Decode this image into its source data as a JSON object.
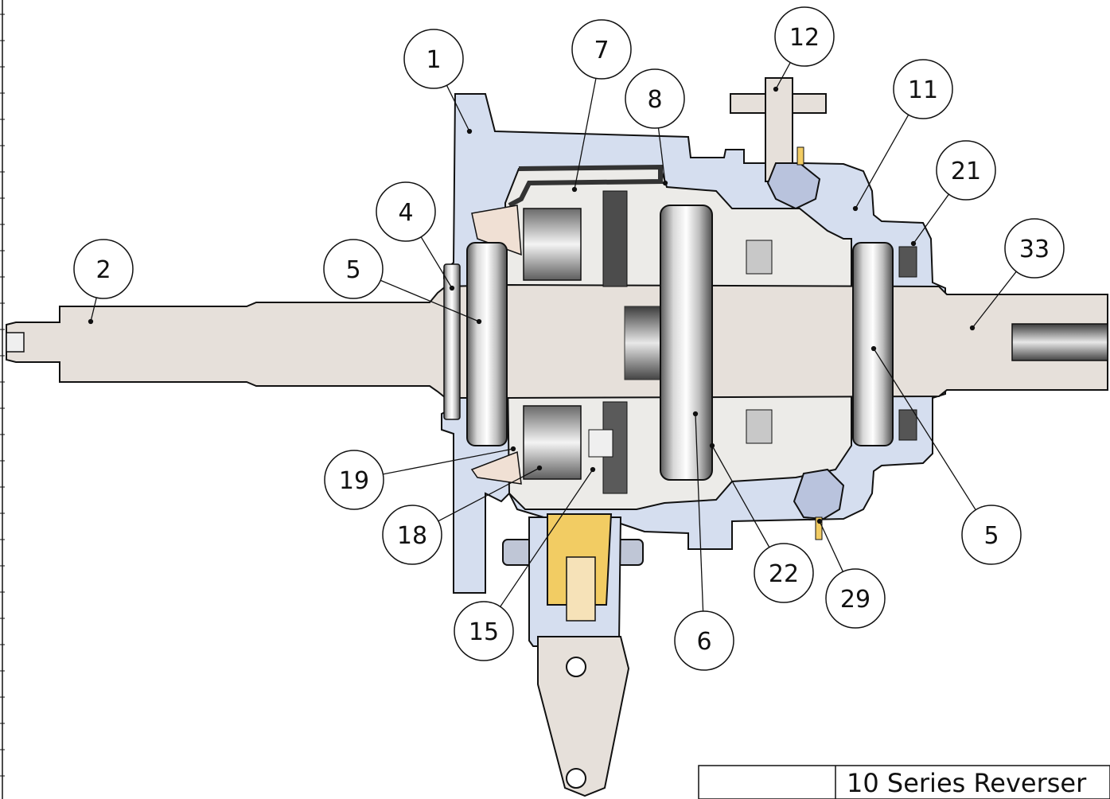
{
  "title_block": {
    "title": "10 Series Reverser"
  },
  "balloons": [
    {
      "id": "b1",
      "label": "1"
    },
    {
      "id": "b7",
      "label": "7"
    },
    {
      "id": "b12",
      "label": "12"
    },
    {
      "id": "b8",
      "label": "8"
    },
    {
      "id": "b11",
      "label": "11"
    },
    {
      "id": "b21",
      "label": "21"
    },
    {
      "id": "b33",
      "label": "33"
    },
    {
      "id": "b4",
      "label": "4"
    },
    {
      "id": "b2",
      "label": "2"
    },
    {
      "id": "b5a",
      "label": "5"
    },
    {
      "id": "b19",
      "label": "19"
    },
    {
      "id": "b18",
      "label": "18"
    },
    {
      "id": "b15",
      "label": "15"
    },
    {
      "id": "b6",
      "label": "6"
    },
    {
      "id": "b22",
      "label": "22"
    },
    {
      "id": "b29",
      "label": "29"
    },
    {
      "id": "b5b",
      "label": "5"
    }
  ],
  "colors": {
    "housing": "#d5deef",
    "shaft": "#e6e0da",
    "brass": "#f2cc63",
    "bearing_dark": "#6d6d6d",
    "outline": "#111111"
  }
}
